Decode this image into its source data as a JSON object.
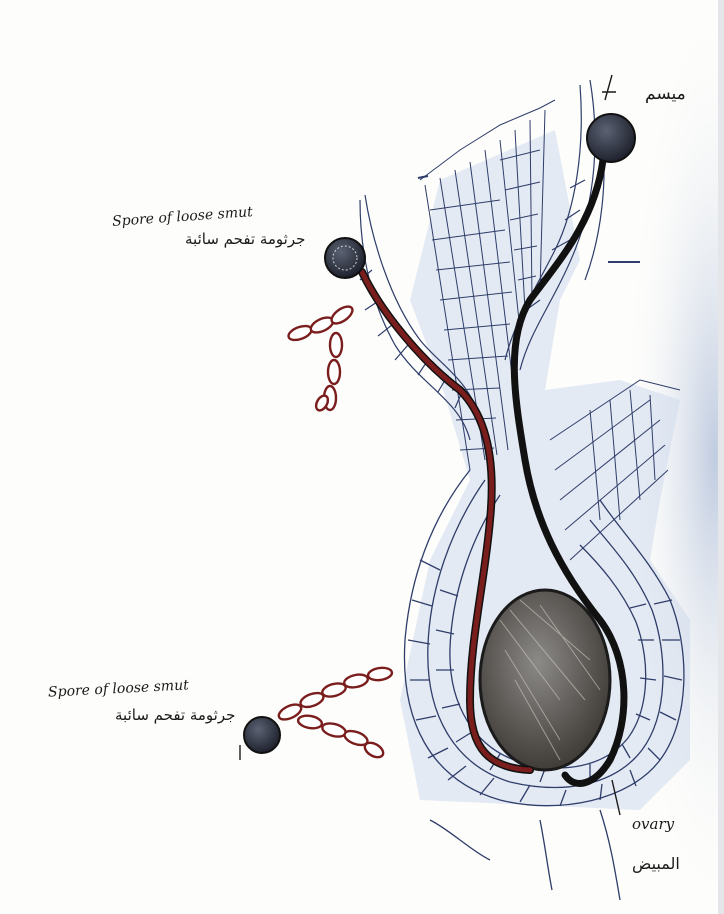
{
  "labels": {
    "spore_top_en": "Spore of loose smut",
    "spore_top_ar": "جرثومة تفحم سائبة",
    "spore_bottom_en": "Spore of loose smut",
    "spore_bottom_ar": "جرثومة تفحم سائبة",
    "stigma_ar": "ميسم",
    "ovary_en": "ovary",
    "ovary_ar": "المبيض"
  },
  "colors": {
    "ink": "#1b1b1b",
    "cell_line": "#2f3d6a",
    "hypha_red": "#7a1d1d",
    "hypha_black": "#111111",
    "shading_blue": "#c9d6ea",
    "paper": "#fdfdfb"
  }
}
